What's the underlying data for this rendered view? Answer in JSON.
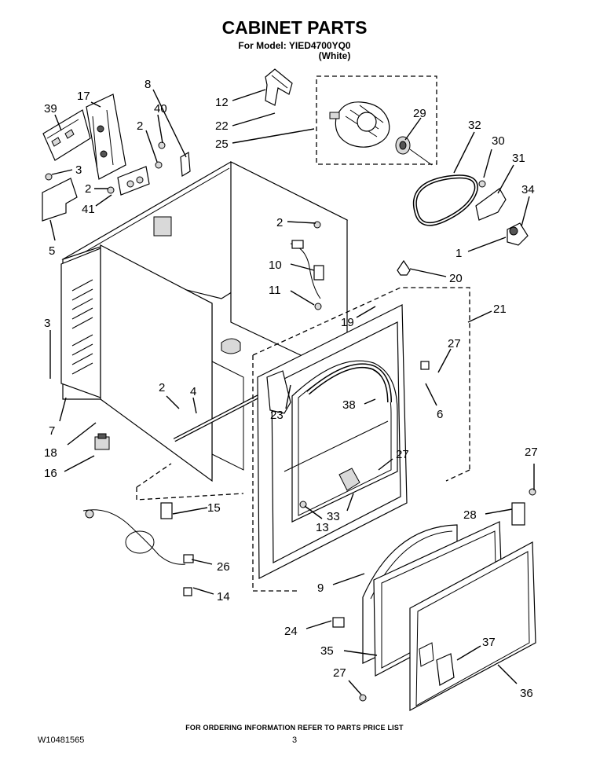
{
  "header": {
    "title": "CABINET PARTS",
    "model_line": "For Model: YIED4700YQ0",
    "color_line": "(White)"
  },
  "callouts": [
    "39",
    "17",
    "8",
    "40",
    "2",
    "3",
    "2",
    "41",
    "5",
    "12",
    "22",
    "25",
    "29",
    "32",
    "30",
    "31",
    "34",
    "1",
    "2",
    "10",
    "11",
    "20",
    "19",
    "21",
    "3",
    "27",
    "7",
    "18",
    "16",
    "2",
    "4",
    "23",
    "38",
    "6",
    "27",
    "15",
    "13",
    "33",
    "27",
    "28",
    "26",
    "14",
    "9",
    "24",
    "37",
    "35",
    "27",
    "36"
  ],
  "footer": {
    "note": "FOR ORDERING INFORMATION REFER TO PARTS PRICE LIST",
    "doc_number": "W10481565",
    "page_number": "3"
  }
}
